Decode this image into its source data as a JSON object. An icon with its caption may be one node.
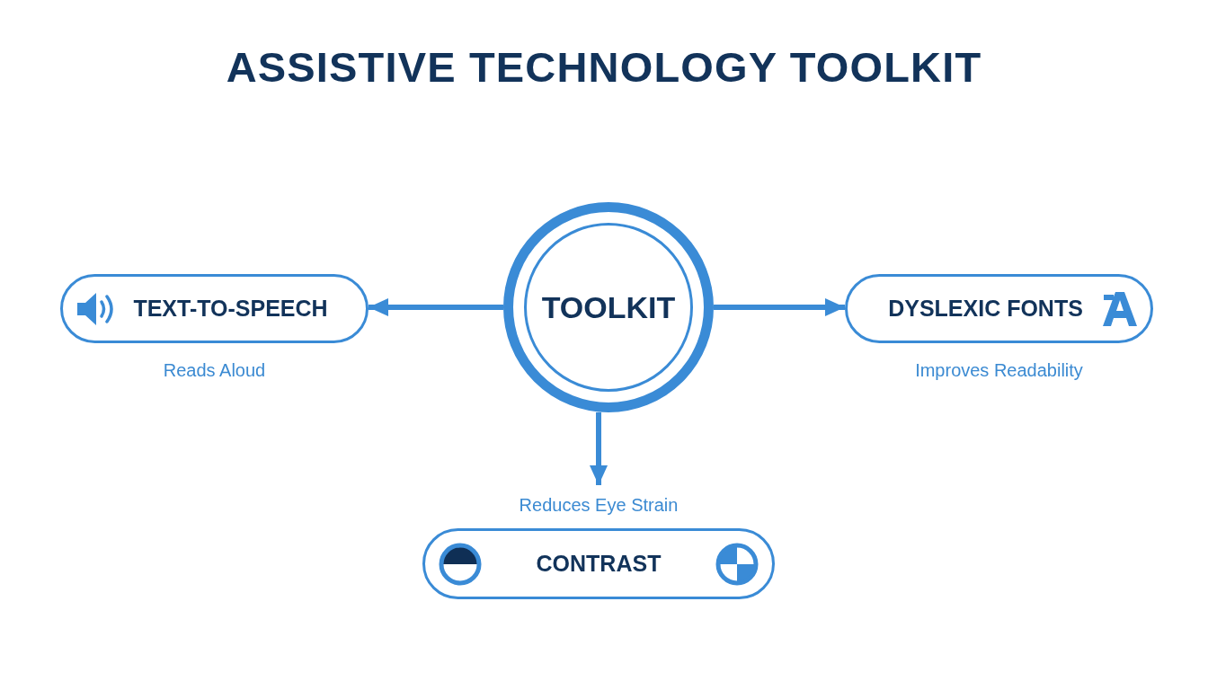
{
  "diagram": {
    "title": "ASSISTIVE TECHNOLOGY TOOLKIT",
    "nodes": [
      {
        "text": [
          "TOOLKIT"
        ]
      },
      {
        "text": [
          "TEXT-TO-SPEECH"
        ],
        "beside": [
          "Reads Aloud"
        ]
      },
      {
        "text": [
          "DYSLEXIC FONTS"
        ],
        "beside": [
          "Improves Readability"
        ]
      },
      {
        "text": [
          "CONTRAST"
        ],
        "beside": [
          "Reduces Eye Strain"
        ]
      }
    ],
    "edges": [
      {
        "from": 0,
        "to": 1,
        "arrow": "to"
      },
      {
        "from": 0,
        "to": 2,
        "arrow": "to"
      },
      {
        "from": 0,
        "to": 3,
        "arrow": "to"
      }
    ]
  }
}
